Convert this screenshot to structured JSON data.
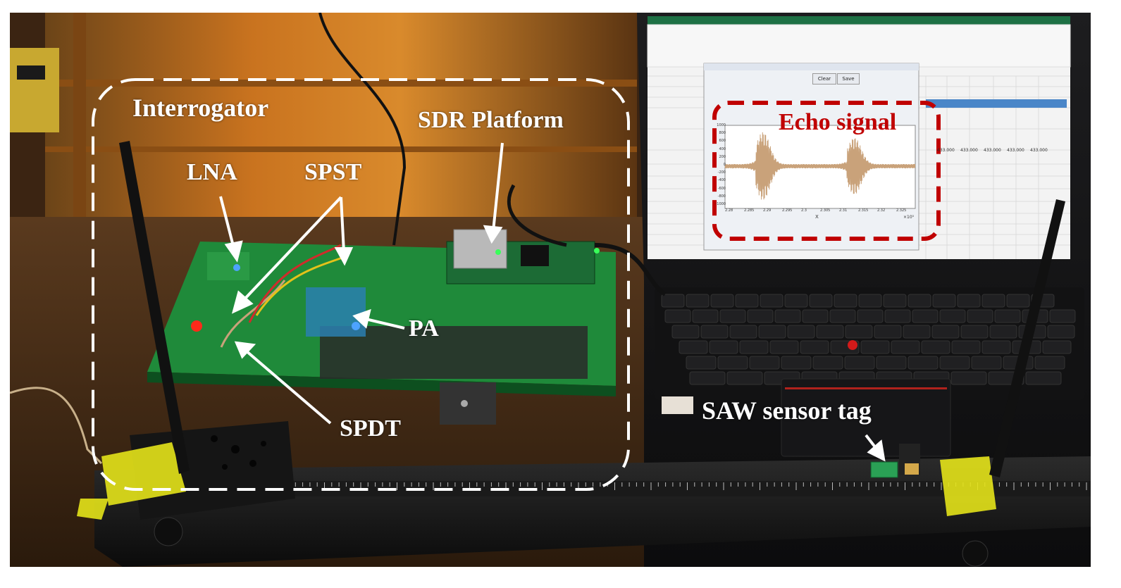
{
  "labels": {
    "interrogator": "Interrogator",
    "sdr_platform": "SDR Platform",
    "lna": "LNA",
    "spst": "SPST",
    "pa": "PA",
    "spdt": "SPDT",
    "saw_sensor_tag": "SAW sensor tag",
    "echo_signal": "Echo signal"
  },
  "colors": {
    "interrogator_box": "#ffffff",
    "echo_box": "#c00000",
    "echo_waveform": "#c9a27a",
    "pcb_green": "#1f8a3a",
    "wood": "#b8661c"
  },
  "screen": {
    "plot_x_ticks": [
      "2.28",
      "2.285",
      "2.29",
      "2.295",
      "2.3",
      "2.305",
      "2.31",
      "2.315",
      "2.32",
      "2.325"
    ],
    "plot_y_ticks": [
      "1000",
      "800",
      "600",
      "400",
      "200",
      "0",
      "-200",
      "-400",
      "-600",
      "-800",
      "-1000"
    ],
    "plot_x_axis": "X",
    "plot_x_exp": "×10⁵",
    "toolbar_buttons": [
      "Clear",
      "Save"
    ],
    "sheet_col_values": [
      "433.000",
      "433.000",
      "433.000",
      "433.000",
      "433.000"
    ]
  }
}
